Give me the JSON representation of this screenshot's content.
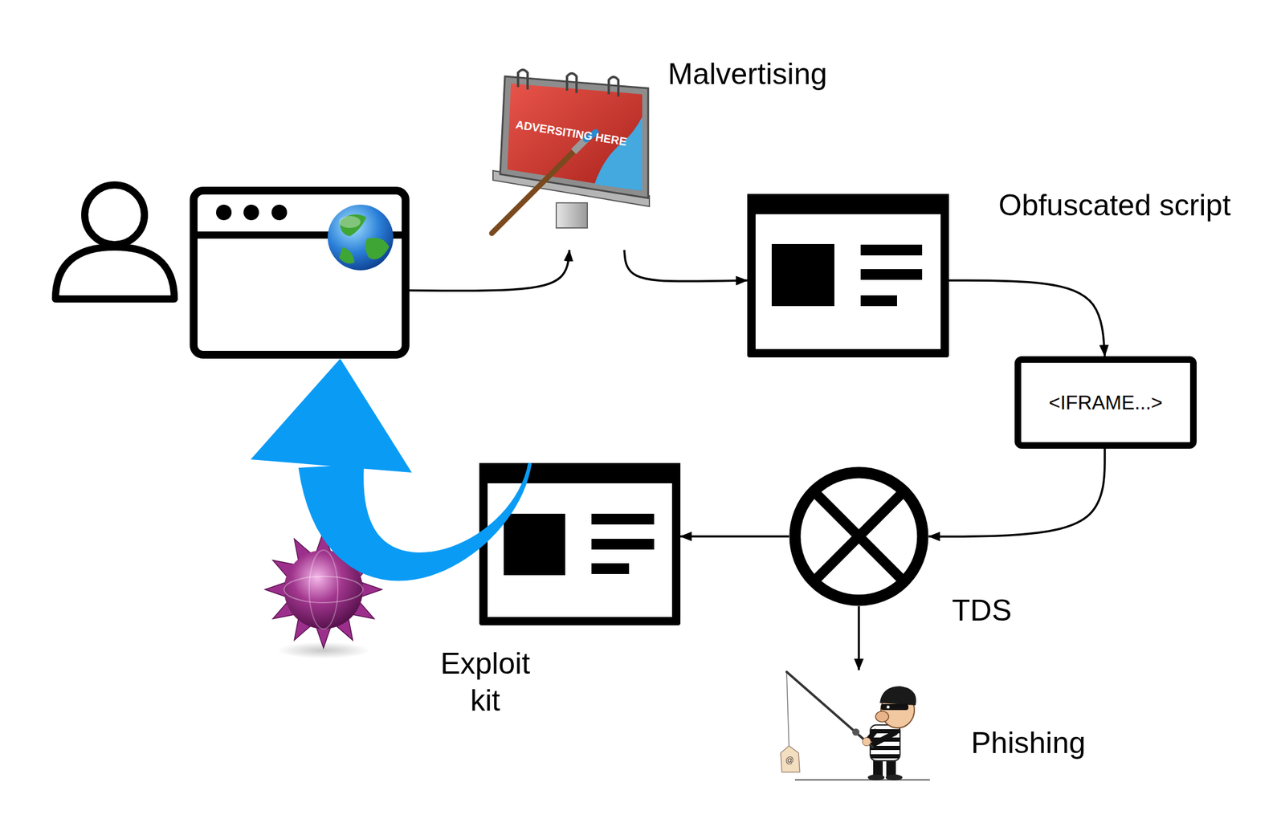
{
  "diagram": {
    "nodes": [
      {
        "text": []
      },
      {
        "text": [
          "Malvertising"
        ]
      },
      {
        "text": [
          "Obfuscated script"
        ]
      },
      {
        "text": [
          "<IFRAME...>"
        ]
      },
      {
        "text": [
          "TDS"
        ]
      },
      {
        "text": [
          "Exploit kit"
        ]
      },
      {
        "text": [
          "Phishing"
        ]
      }
    ],
    "edges": [
      {
        "from": 0,
        "to": 1,
        "arrow": "to"
      },
      {
        "from": 1,
        "to": 2,
        "arrow": "to"
      },
      {
        "from": 2,
        "to": 3,
        "arrow": "to"
      },
      {
        "from": 3,
        "to": 4,
        "arrow": "to"
      },
      {
        "from": 4,
        "to": 5,
        "arrow": "to"
      },
      {
        "from": 4,
        "to": 6,
        "arrow": "to"
      },
      {
        "from": 5,
        "to": 0,
        "arrow": "to"
      }
    ],
    "labels": [
      "ADVERSITING HERE",
      "@"
    ]
  }
}
